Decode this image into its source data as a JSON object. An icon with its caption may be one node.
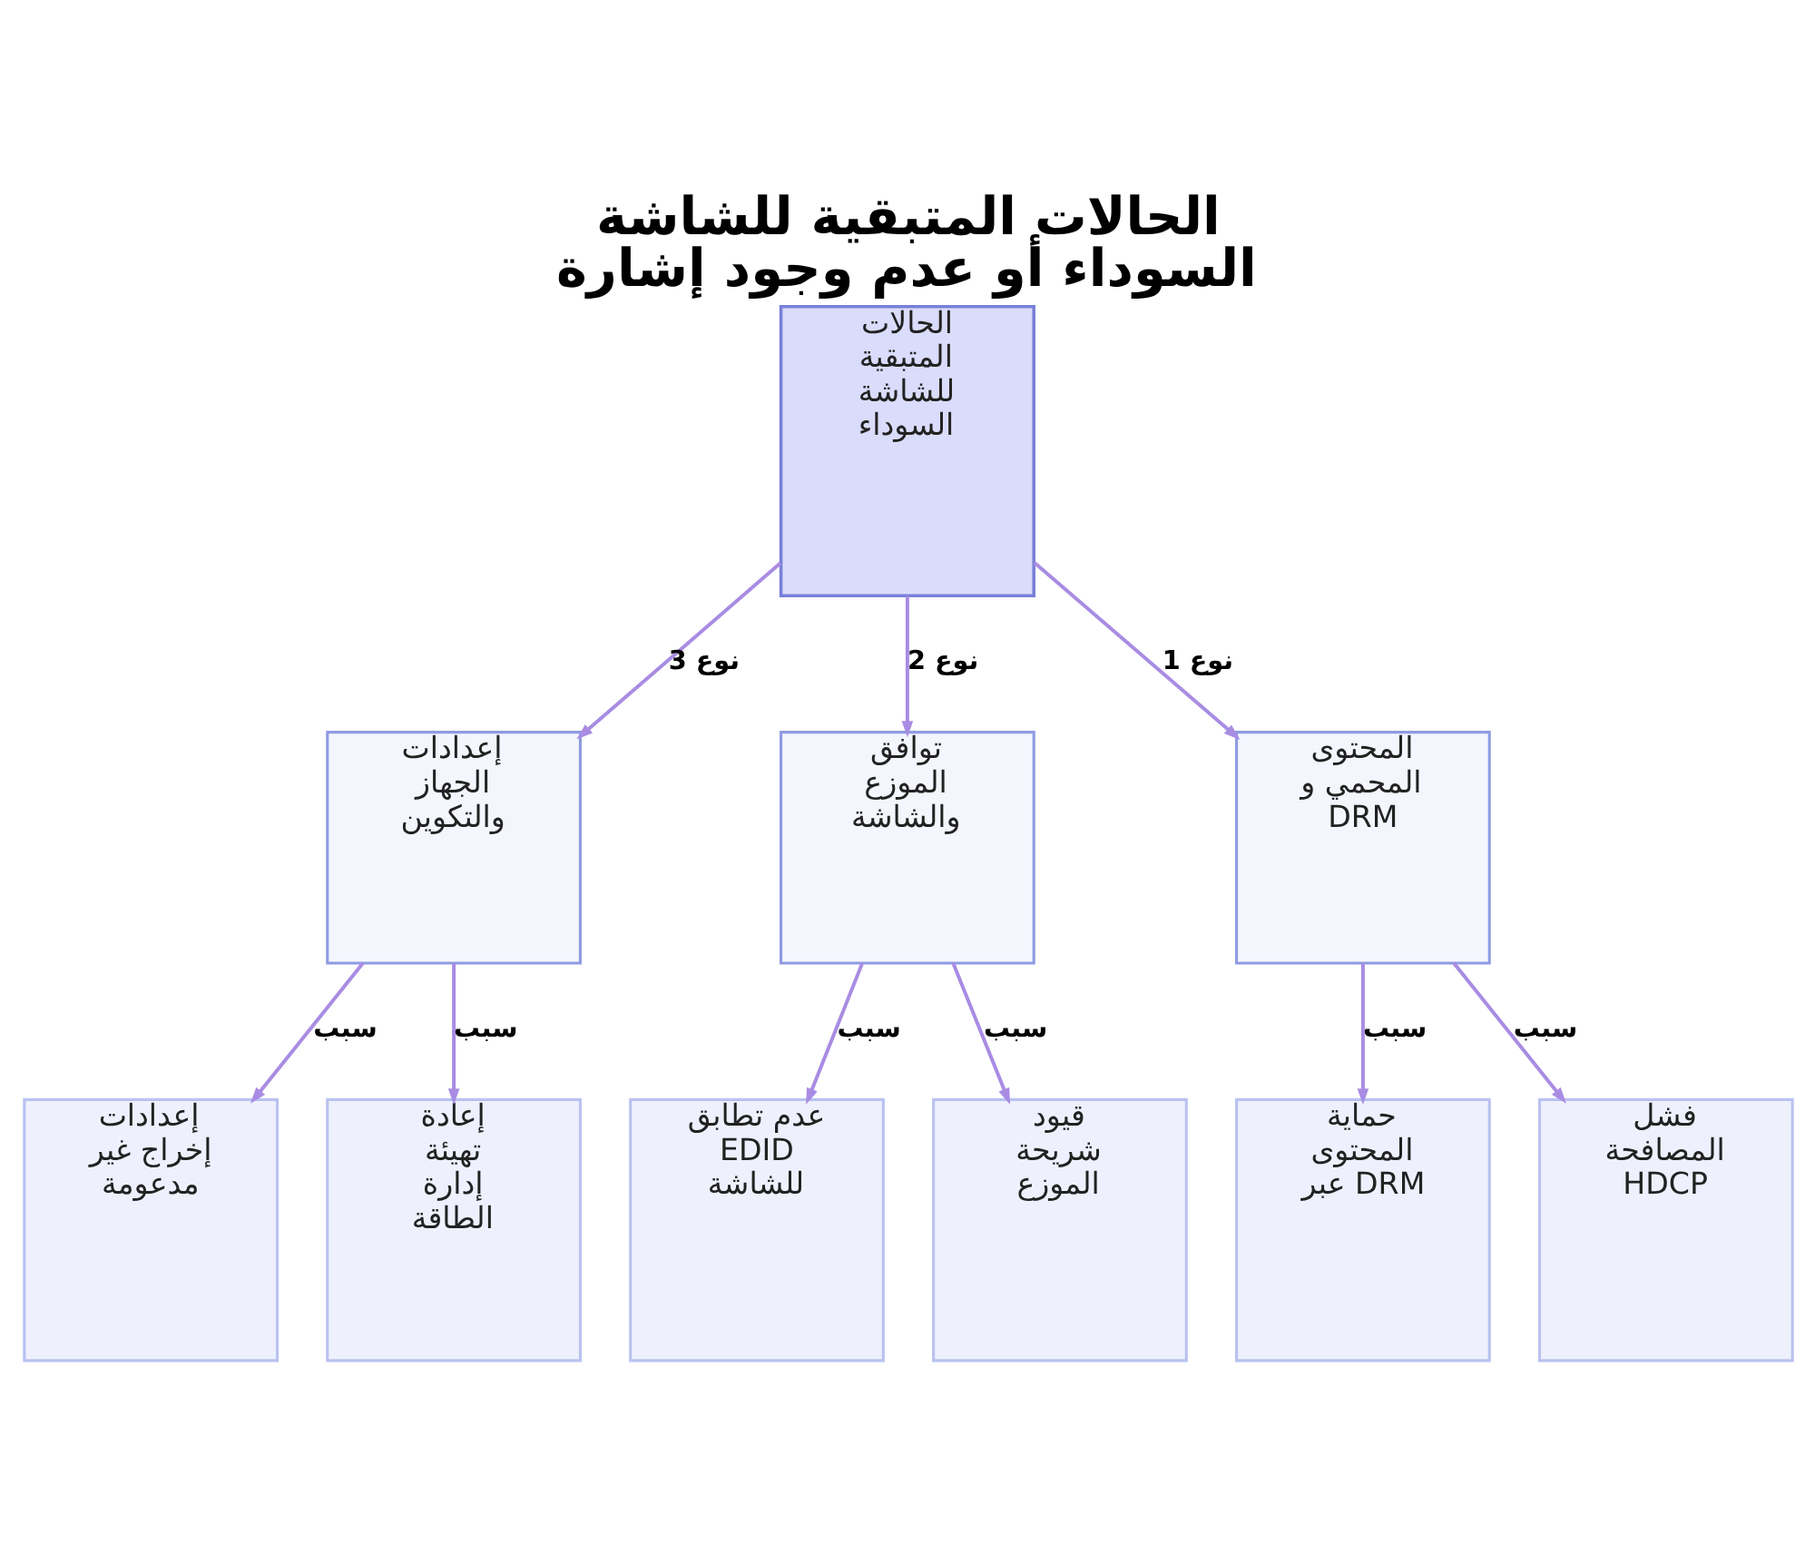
{
  "diagram": {
    "title": "الحالات المتبقية للشاشة السوداء أو عدم وجود إشارة",
    "nodes": [
      {
        "text": [
          "الحالات المتبقية للشاشة السوداء"
        ]
      },
      {
        "text": [
          "المحتوى المحمي و DRM"
        ]
      },
      {
        "text": [
          "توافق الموزع والشاشة"
        ]
      },
      {
        "text": [
          "إعدادات الجهاز والتكوين"
        ]
      },
      {
        "text": [
          "فشل المصافحة HDCP"
        ]
      },
      {
        "text": [
          "حماية المحتوى عبر DRM"
        ]
      },
      {
        "text": [
          "قيود شريحة الموزع"
        ]
      },
      {
        "text": [
          "عدم تطابق EDID للشاشة"
        ]
      },
      {
        "text": [
          "إعادة تهيئة إدارة الطاقة"
        ]
      },
      {
        "text": [
          "إعدادات إخراج غير مدعومة"
        ]
      }
    ],
    "edges": [
      {
        "from": 0,
        "to": 1,
        "arrow": "to",
        "label": "نوع 1"
      },
      {
        "from": 0,
        "to": 2,
        "arrow": "to",
        "label": "نوع 2"
      },
      {
        "from": 0,
        "to": 3,
        "arrow": "to",
        "label": "نوع 3"
      },
      {
        "from": 1,
        "to": 4,
        "arrow": "to",
        "label": "سبب"
      },
      {
        "from": 1,
        "to": 5,
        "arrow": "to",
        "label": "سبب"
      },
      {
        "from": 2,
        "to": 6,
        "arrow": "to",
        "label": "سبب"
      },
      {
        "from": 2,
        "to": 7,
        "arrow": "to",
        "label": "سبب"
      },
      {
        "from": 3,
        "to": 8,
        "arrow": "to",
        "label": "سبب"
      },
      {
        "from": 3,
        "to": 9,
        "arrow": "to",
        "label": "سبب"
      }
    ]
  }
}
